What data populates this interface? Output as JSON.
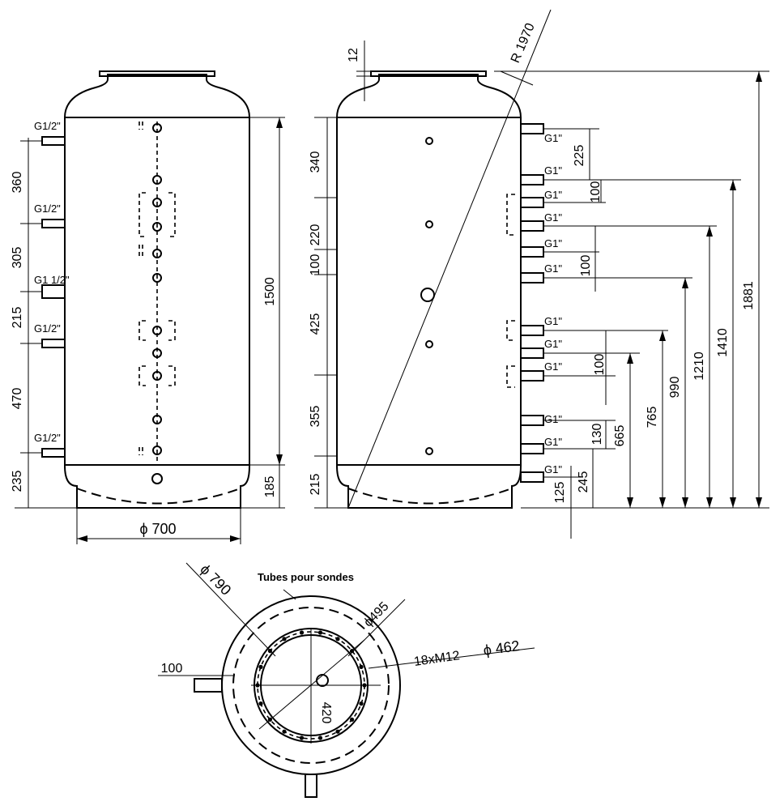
{
  "diagram": {
    "left_view": {
      "connections": [
        "G1/2\"",
        "G1/2\"",
        "G1 1/2\"",
        "G1/2\"",
        "G1/2\""
      ],
      "left_dims": [
        "360",
        "305",
        "215",
        "470",
        "235"
      ],
      "right_dims": [
        "1500",
        "185"
      ],
      "diameter": "ϕ 700"
    },
    "right_view": {
      "top_dims": [
        "12",
        "R 1970"
      ],
      "left_dims": [
        "340",
        "220",
        "100",
        "425",
        "355",
        "215"
      ],
      "connections": [
        "G1\"",
        "G1\"",
        "G1\"",
        "G1\"",
        "G1\"",
        "G1\"",
        "G1\"",
        "G1\"",
        "G1\"",
        "G1\"",
        "G1\"",
        "G1\""
      ],
      "near_dims": [
        "225",
        "100",
        "100",
        "100",
        "130",
        "245",
        "125"
      ],
      "height_dims": [
        "665",
        "765",
        "990",
        "1210",
        "1410",
        "1881"
      ]
    },
    "top_view": {
      "diameter_outer": "ϕ 790",
      "probe_label": "Tubes pour sondes",
      "diameter_495": "ϕ495",
      "bolts": "18xM12",
      "diameter_462": "ϕ 462",
      "dim_420": "420",
      "dim_100": "100"
    }
  }
}
